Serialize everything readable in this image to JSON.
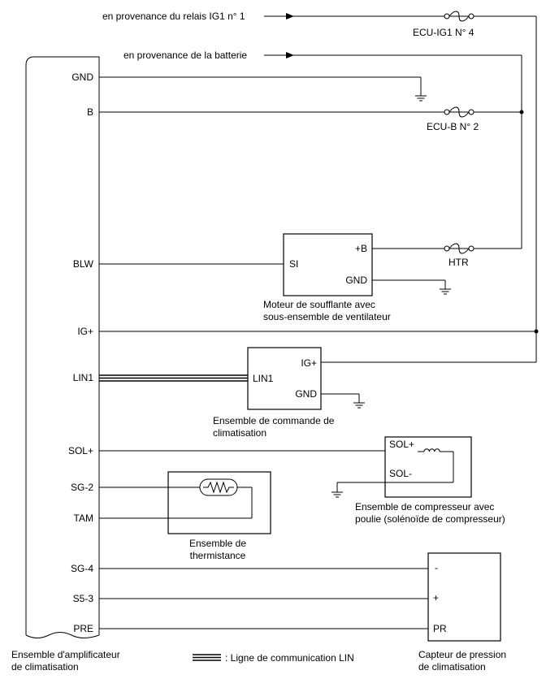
{
  "sources": {
    "ig1_relay": "en provenance du relais IG1 n° 1",
    "battery": "en provenance de la batterie"
  },
  "fuses": {
    "ecu_ig1_no4": "ECU-IG1 N° 4",
    "ecu_b_no2": "ECU-B N° 2",
    "htr": "HTR"
  },
  "amplifier": {
    "pins": {
      "gnd": "GND",
      "b": "B",
      "blw": "BLW",
      "ig": "IG+",
      "lin1": "LIN1",
      "sol": "SOL+",
      "sg2": "SG-2",
      "tam": "TAM",
      "sg4": "SG-4",
      "s53": "S5-3",
      "pre": "PRE"
    },
    "caption_line1": "Ensemble d'amplificateur",
    "caption_line2": "de climatisation"
  },
  "blower": {
    "pin_b": "+B",
    "pin_si": "SI",
    "pin_gnd": "GND",
    "caption_line1": "Moteur de soufflante avec",
    "caption_line2": "sous-ensemble de ventilateur"
  },
  "control": {
    "pin_ig": "IG+",
    "pin_lin1": "LIN1",
    "pin_gnd": "GND",
    "caption_line1": "Ensemble de commande de",
    "caption_line2": "climatisation"
  },
  "compressor": {
    "pin_solp": "SOL+",
    "pin_solm": "SOL-",
    "caption_line1": "Ensemble de compresseur avec",
    "caption_line2": "poulie (solénoïde de compresseur)"
  },
  "thermistor": {
    "caption_line1": "Ensemble de",
    "caption_line2": "thermistance"
  },
  "pressure_sensor": {
    "pin_minus": "-",
    "pin_plus": "+",
    "pin_pr": "PR",
    "caption_line1": "Capteur de pression",
    "caption_line2": "de climatisation"
  },
  "legend": {
    "lin_line": ": Ligne de communication LIN"
  }
}
